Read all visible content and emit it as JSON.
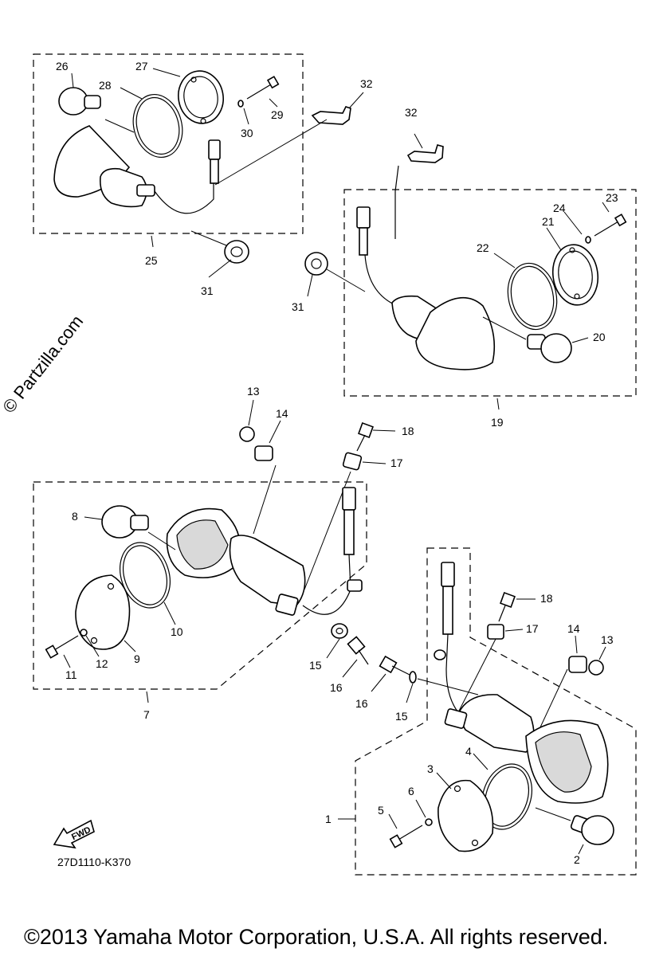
{
  "watermark": "© Partzilla.com",
  "diagram_code": "27D1110-K370",
  "fwd_label": "FWD",
  "copyright": "©2013 Yamaha Motor Corporation, U.S.A. All rights reserved.",
  "callouts": {
    "c1": "1",
    "c2": "2",
    "c3": "3",
    "c4": "4",
    "c5": "5",
    "c6": "6",
    "c7": "7",
    "c8": "8",
    "c9": "9",
    "c10": "10",
    "c11": "11",
    "c12": "12",
    "c13a": "13",
    "c13b": "13",
    "c14a": "14",
    "c14b": "14",
    "c15a": "15",
    "c15b": "15",
    "c16a": "16",
    "c16b": "16",
    "c17a": "17",
    "c17b": "17",
    "c18a": "18",
    "c18b": "18",
    "c19": "19",
    "c20": "20",
    "c21": "21",
    "c22": "22",
    "c23": "23",
    "c24": "24",
    "c25": "25",
    "c26": "26",
    "c27": "27",
    "c28": "28",
    "c29": "29",
    "c30": "30",
    "c31a": "31",
    "c31b": "31",
    "c32a": "32",
    "c32b": "32"
  }
}
